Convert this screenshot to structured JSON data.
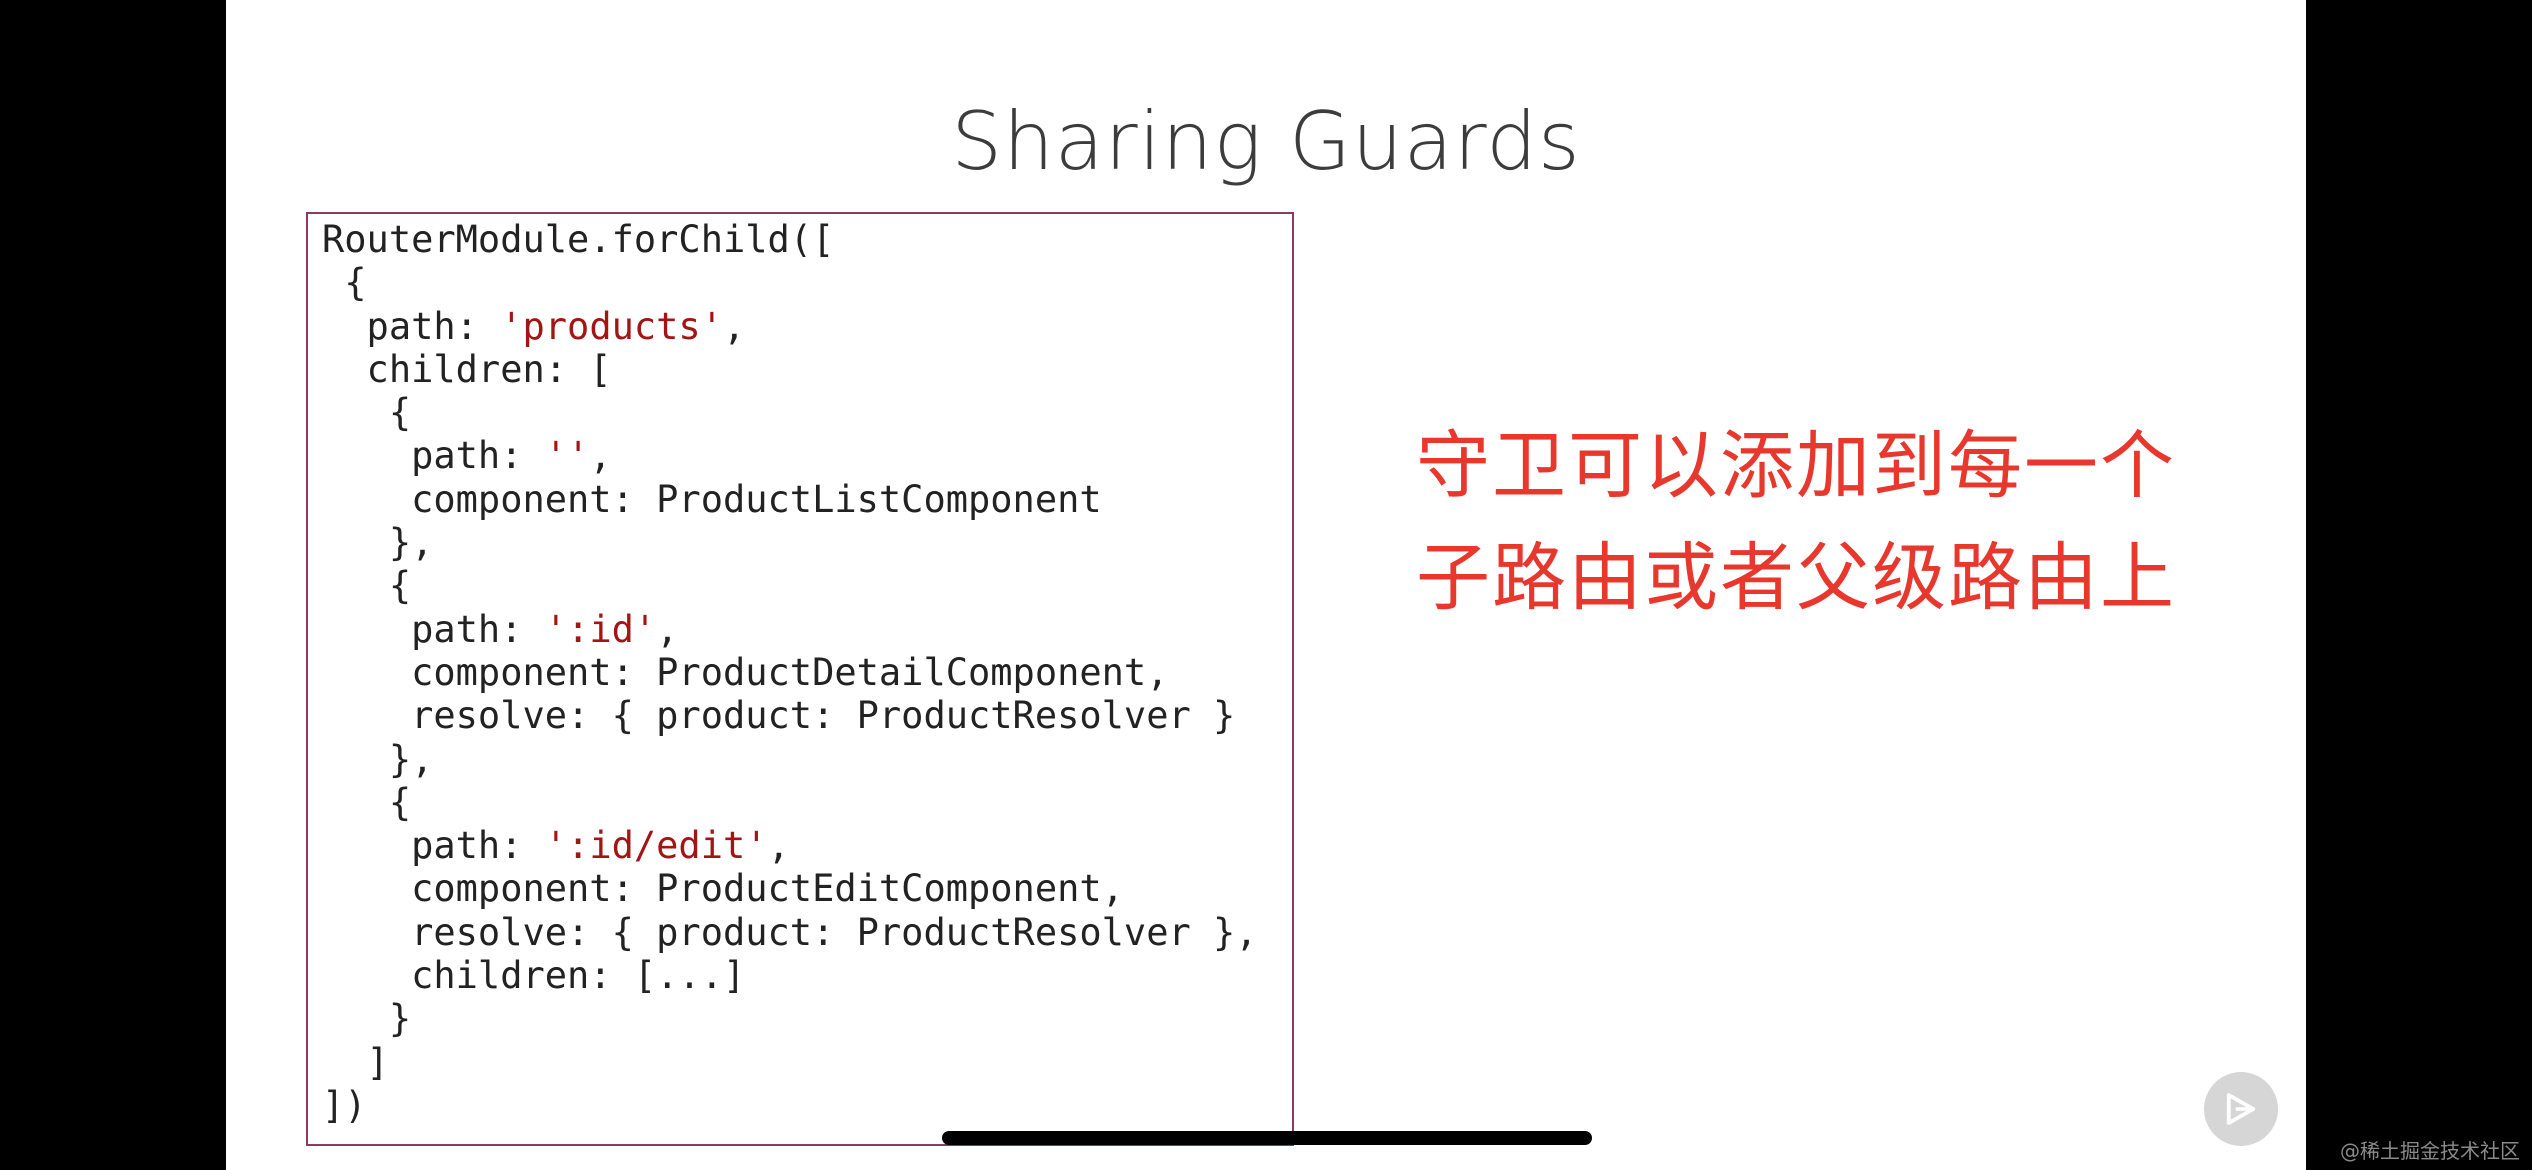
{
  "slide": {
    "title": "Sharing Guards",
    "note": "守卫可以添加到每一个子路由或者父级路由上"
  },
  "code_lines": [
    [
      {
        "t": "RouterModule.forChild(["
      }
    ],
    [
      {
        "t": " {"
      }
    ],
    [
      {
        "t": "  path: "
      },
      {
        "t": "'products'",
        "s": true
      },
      {
        "t": ","
      }
    ],
    [
      {
        "t": "  children: ["
      }
    ],
    [
      {
        "t": "   {"
      }
    ],
    [
      {
        "t": "    path: "
      },
      {
        "t": "''",
        "s": true
      },
      {
        "t": ","
      }
    ],
    [
      {
        "t": "    component: ProductListComponent"
      }
    ],
    [
      {
        "t": "   },"
      }
    ],
    [
      {
        "t": "   {"
      }
    ],
    [
      {
        "t": "    path: "
      },
      {
        "t": "':id'",
        "s": true
      },
      {
        "t": ","
      }
    ],
    [
      {
        "t": "    component: ProductDetailComponent,"
      }
    ],
    [
      {
        "t": "    resolve: { product: ProductResolver }"
      }
    ],
    [
      {
        "t": "   },"
      }
    ],
    [
      {
        "t": "   {"
      }
    ],
    [
      {
        "t": "    path: "
      },
      {
        "t": "':id/edit'",
        "s": true
      },
      {
        "t": ","
      }
    ],
    [
      {
        "t": "    component: ProductEditComponent,"
      }
    ],
    [
      {
        "t": "    resolve: { product: ProductResolver },"
      }
    ],
    [
      {
        "t": "    children: [...]"
      }
    ],
    [
      {
        "t": "   }"
      }
    ],
    [
      {
        "t": "  ]"
      }
    ],
    [
      {
        "t": "])"
      }
    ]
  ],
  "watermark": "@稀土掘金技术社区",
  "colors": {
    "string": "#a31515",
    "note": "#e8382d",
    "border": "#8e3a63"
  },
  "icons": {
    "play": "play-icon"
  }
}
